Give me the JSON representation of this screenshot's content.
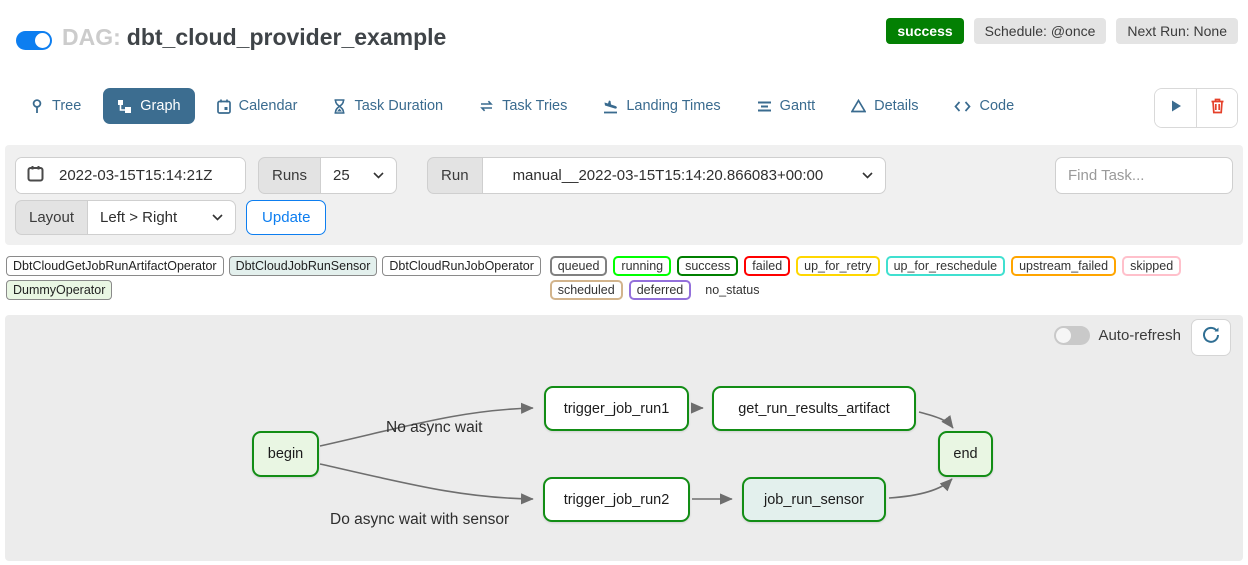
{
  "header": {
    "dag_prefix": "DAG:",
    "dag_title": "dbt_cloud_provider_example",
    "status_badge": "success",
    "schedule_label": "Schedule: @once",
    "next_run_label": "Next Run: None",
    "pause_toggle_state": "on"
  },
  "tabs": [
    {
      "label": "Tree",
      "icon": "tree-icon",
      "active": false
    },
    {
      "label": "Graph",
      "icon": "graph-icon",
      "active": true
    },
    {
      "label": "Calendar",
      "icon": "calendar-icon",
      "active": false
    },
    {
      "label": "Task Duration",
      "icon": "hourglass-icon",
      "active": false
    },
    {
      "label": "Task Tries",
      "icon": "repeat-icon",
      "active": false
    },
    {
      "label": "Landing Times",
      "icon": "plane-landing-icon",
      "active": false
    },
    {
      "label": "Gantt",
      "icon": "gantt-bars-icon",
      "active": false
    },
    {
      "label": "Details",
      "icon": "triangle-icon",
      "active": false
    },
    {
      "label": "Code",
      "icon": "code-icon",
      "active": false
    }
  ],
  "toolbar": {
    "play_button": "trigger-dag",
    "delete_button": "delete-dag"
  },
  "filters": {
    "date_value": "2022-03-15T15:14:21Z",
    "runs_label": "Runs",
    "runs_value": "25",
    "run_label": "Run",
    "run_value": "manual__2022-03-15T15:14:20.866083+00:00",
    "find_task_placeholder": "Find Task...",
    "layout_label": "Layout",
    "layout_value": "Left > Right",
    "update_label": "Update"
  },
  "legend": {
    "operators": [
      {
        "label": "DbtCloudGetJobRunArtifactOperator",
        "fill": "#ffffff"
      },
      {
        "label": "DbtCloudJobRunSensor",
        "fill": "#e3f0ed"
      },
      {
        "label": "DbtCloudRunJobOperator",
        "fill": "#ffffff"
      },
      {
        "label": "DummyOperator",
        "fill": "#e9f6e3"
      }
    ],
    "statuses": [
      {
        "label": "queued",
        "color": "#808080"
      },
      {
        "label": "running",
        "color": "#00ff00"
      },
      {
        "label": "success",
        "color": "#008000"
      },
      {
        "label": "failed",
        "color": "#ff0000"
      },
      {
        "label": "up_for_retry",
        "color": "#ffd700"
      },
      {
        "label": "up_for_reschedule",
        "color": "#40e0d0"
      },
      {
        "label": "upstream_failed",
        "color": "#ffa500"
      },
      {
        "label": "skipped",
        "color": "#ffc0cb"
      },
      {
        "label": "scheduled",
        "color": "#d2b48c"
      },
      {
        "label": "deferred",
        "color": "#9370db"
      },
      {
        "label": "no_status",
        "color": "transparent"
      }
    ]
  },
  "graph": {
    "auto_refresh_label": "Auto-refresh",
    "auto_refresh_state": "off",
    "edge_labels": {
      "top": "No async wait",
      "bottom": "Do async wait with sensor"
    },
    "nodes": {
      "begin": {
        "label": "begin",
        "fill": "#e9f6e3"
      },
      "trigger_job_run1": {
        "label": "trigger_job_run1",
        "fill": "#ffffff"
      },
      "get_run_results_artifact": {
        "label": "get_run_results_artifact",
        "fill": "#ffffff"
      },
      "end": {
        "label": "end",
        "fill": "#e9f6e3"
      },
      "trigger_job_run2": {
        "label": "trigger_job_run2",
        "fill": "#ffffff"
      },
      "job_run_sensor": {
        "label": "job_run_sensor",
        "fill": "#e3f0ed"
      }
    }
  },
  "colors": {
    "accent_blue": "#0d7ef0",
    "tab_text": "#3a6b8f",
    "tab_active_bg": "#3c6d90",
    "success_badge_bg": "#038003",
    "node_border": "#128d15",
    "trash_red": "#e5402a",
    "edge_gray": "#6e6e6e"
  }
}
